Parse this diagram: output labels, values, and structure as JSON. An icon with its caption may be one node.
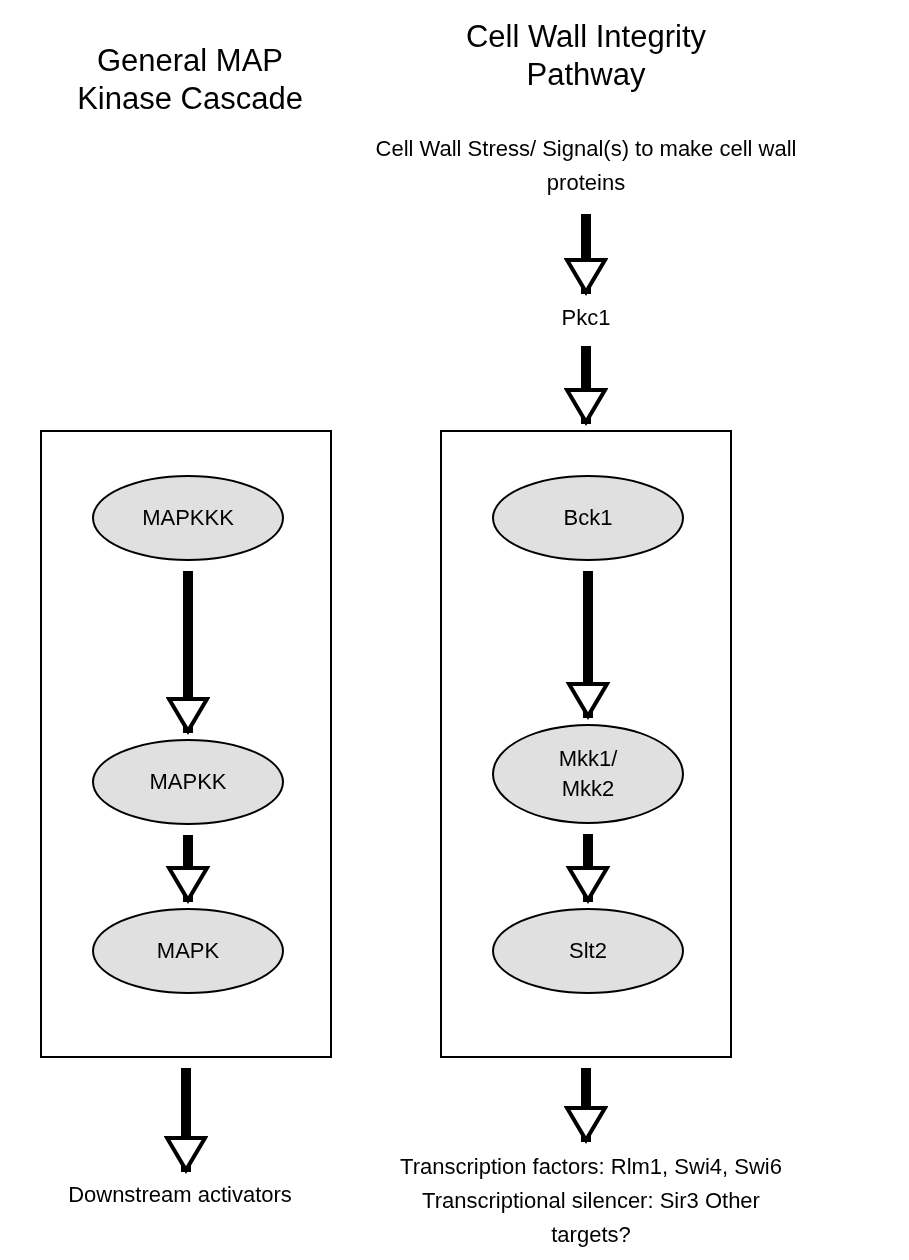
{
  "diagram": {
    "nodes": [
      {
        "text": [
          "Cell Wall Stress/ Signal(s) to make cell wall proteins"
        ]
      },
      {
        "text": [
          "Pkc1"
        ]
      },
      {
        "text": [],
        "shape": "box"
      },
      {
        "text": [
          "MAPKKK"
        ],
        "in": 2
      },
      {
        "text": [
          "MAPKK"
        ],
        "in": 2
      },
      {
        "text": [
          "MAPK"
        ],
        "in": 2
      },
      {
        "text": [],
        "shape": "box"
      },
      {
        "text": [
          "Bck1"
        ],
        "in": 6
      },
      {
        "text": [
          "Mkk1/ Mkk2"
        ],
        "in": 6
      },
      {
        "text": [
          "Slt2"
        ],
        "in": 6
      },
      {
        "text": [
          "Downstream activators"
        ]
      },
      {
        "text": [
          "Transcription factors: Rlm1, Swi4, Swi6 Transcriptional silencer: Sir3 Other targets?"
        ]
      }
    ],
    "edges": [
      {
        "from": 0,
        "to": 1,
        "arrow": "to"
      },
      {
        "from": 1,
        "to": 6,
        "arrow": "to"
      },
      {
        "from": 3,
        "to": 4,
        "arrow": "to"
      },
      {
        "from": 4,
        "to": 5,
        "arrow": "to"
      },
      {
        "from": 2,
        "to": 10,
        "arrow": "to"
      },
      {
        "from": 7,
        "to": 8,
        "arrow": "to"
      },
      {
        "from": 8,
        "to": 9,
        "arrow": "to"
      },
      {
        "from": 6,
        "to": 11,
        "arrow": "to"
      }
    ],
    "labels": [
      "General MAP Kinase Cascade",
      "Cell Wall Integrity Pathway"
    ]
  }
}
